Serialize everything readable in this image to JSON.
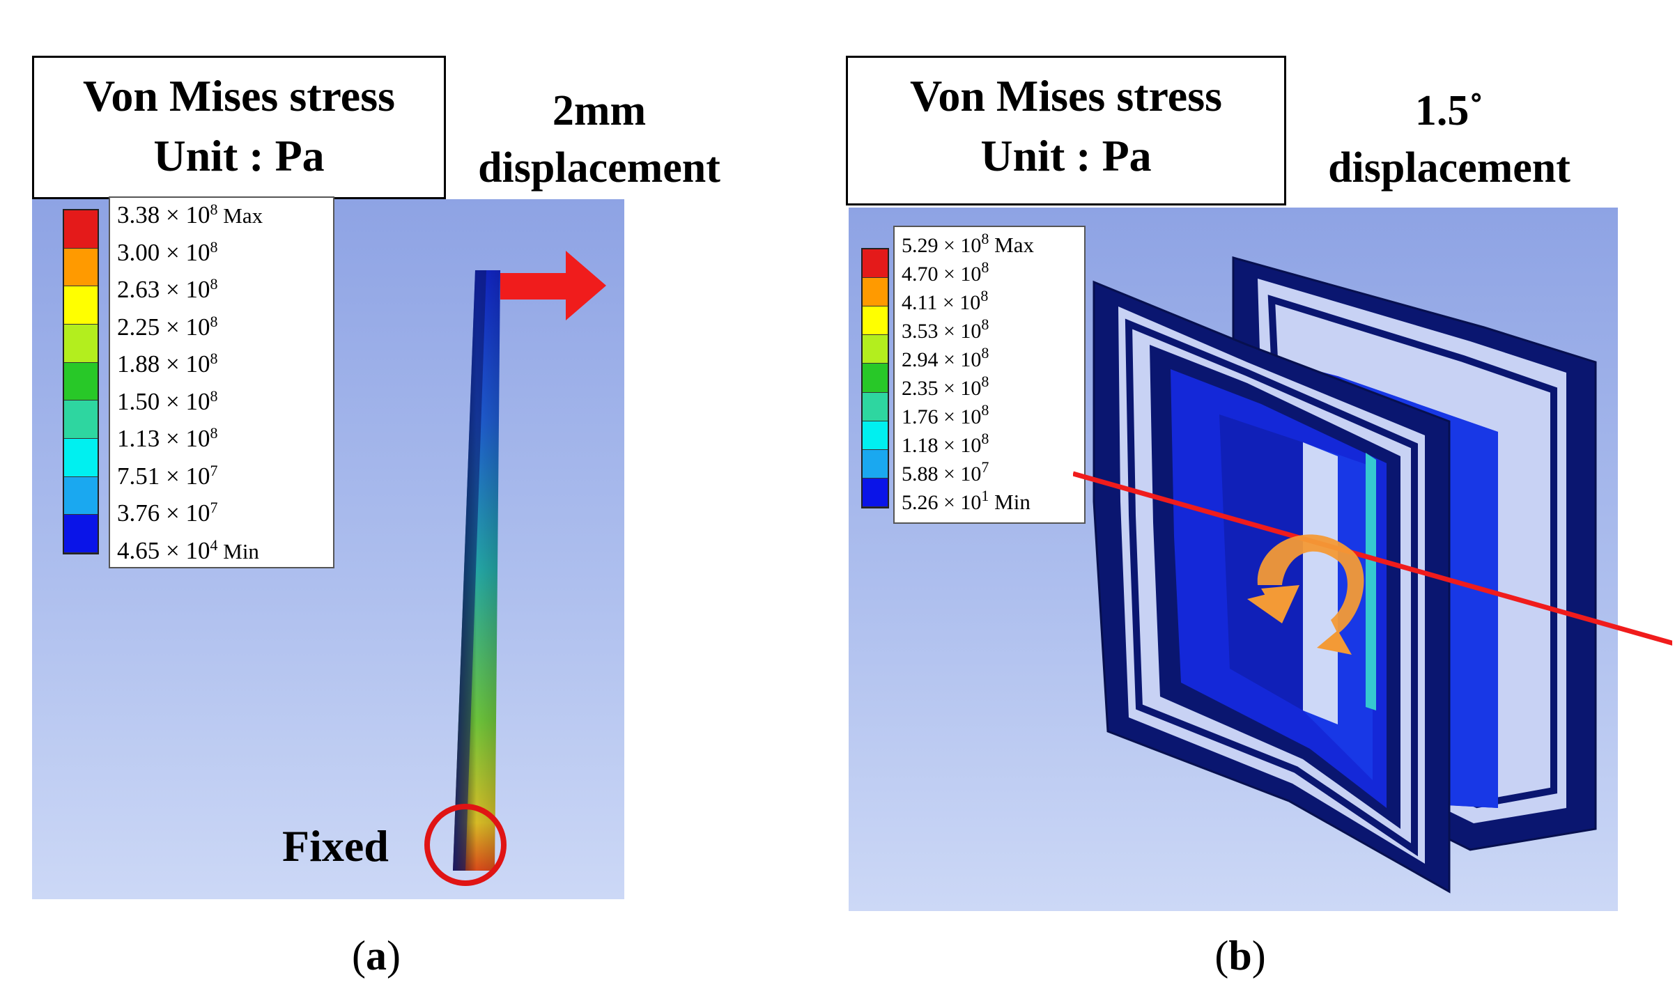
{
  "panel_a": {
    "title_line1": "Von Mises stress",
    "title_line2": "Unit : Pa",
    "displacement_line1": "2mm",
    "displacement_line2": "displacement",
    "fixed_label": "Fixed",
    "caption_open": "(",
    "caption_letter": "a",
    "caption_close": ")",
    "legend": [
      {
        "mantissa": "3.38",
        "exponent": "8",
        "suffix": "Max"
      },
      {
        "mantissa": "3.00",
        "exponent": "8",
        "suffix": ""
      },
      {
        "mantissa": "2.63",
        "exponent": "8",
        "suffix": ""
      },
      {
        "mantissa": "2.25",
        "exponent": "8",
        "suffix": ""
      },
      {
        "mantissa": "1.88",
        "exponent": "8",
        "suffix": ""
      },
      {
        "mantissa": "1.50",
        "exponent": "8",
        "suffix": ""
      },
      {
        "mantissa": "1.13",
        "exponent": "8",
        "suffix": ""
      },
      {
        "mantissa": "7.51",
        "exponent": "7",
        "suffix": ""
      },
      {
        "mantissa": "3.76",
        "exponent": "7",
        "suffix": ""
      },
      {
        "mantissa": "4.65",
        "exponent": "4",
        "suffix": "Min"
      }
    ]
  },
  "panel_b": {
    "title_line1": "Von Mises stress",
    "title_line2": "Unit : Pa",
    "displacement_line1": "1.5˚",
    "displacement_line2": "displacement",
    "caption_open": "(",
    "caption_letter": "b",
    "caption_close": ")",
    "legend": [
      {
        "mantissa": "5.29",
        "exponent": "8",
        "suffix": "Max"
      },
      {
        "mantissa": "4.70",
        "exponent": "8",
        "suffix": ""
      },
      {
        "mantissa": "4.11",
        "exponent": "8",
        "suffix": ""
      },
      {
        "mantissa": "3.53",
        "exponent": "8",
        "suffix": ""
      },
      {
        "mantissa": "2.94",
        "exponent": "8",
        "suffix": ""
      },
      {
        "mantissa": "2.35",
        "exponent": "8",
        "suffix": ""
      },
      {
        "mantissa": "1.76",
        "exponent": "8",
        "suffix": ""
      },
      {
        "mantissa": "1.18",
        "exponent": "8",
        "suffix": ""
      },
      {
        "mantissa": "5.88",
        "exponent": "7",
        "suffix": ""
      },
      {
        "mantissa": "5.26",
        "exponent": "1",
        "suffix": "Min"
      }
    ]
  },
  "times_symbol": "× 10",
  "colorbar_colors": [
    "#e41a1a",
    "#ff9a00",
    "#ffff00",
    "#b3ee1e",
    "#28c828",
    "#2ed6a0",
    "#00f0f0",
    "#1aa8f0",
    "#0a14e8"
  ],
  "arrow_color": "#f01c1c",
  "rotation_arrow_color": "#f39a36",
  "axis_line_color": "#f01c1c",
  "frame_color": "#0a1670",
  "body_color": "#1428d8"
}
